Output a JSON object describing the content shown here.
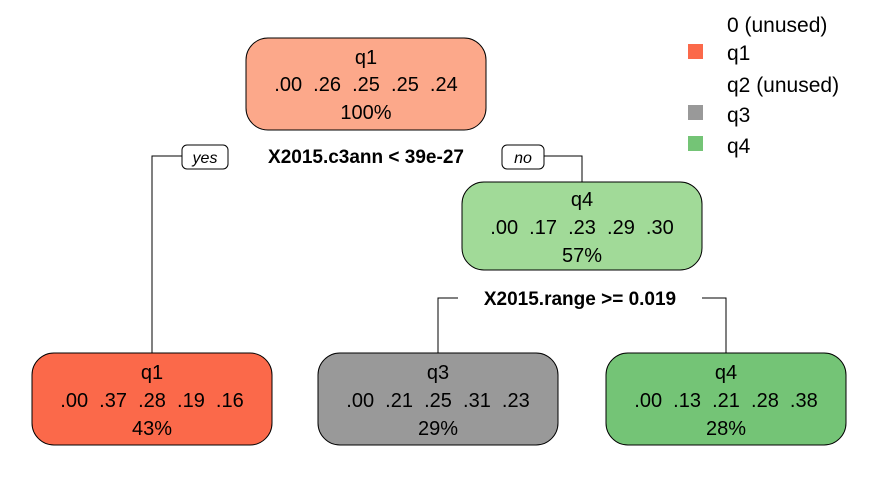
{
  "colors": {
    "q1_root": "#FCA88A",
    "q1_leaf": "#FB694A",
    "q3": "#999999",
    "q4_inner": "#A1DA98",
    "q4_leaf": "#74C476"
  },
  "legend": [
    {
      "label": "0 (unused)",
      "swatch": null
    },
    {
      "label": "q1",
      "swatch": "#FB694A"
    },
    {
      "label": "q2 (unused)",
      "swatch": null
    },
    {
      "label": "q3",
      "swatch": "#999999"
    },
    {
      "label": "q4",
      "swatch": "#74C476"
    }
  ],
  "nodes": {
    "root": {
      "class": "q1",
      "probs": ".00  .26  .25  .25  .24",
      "pct": "100%"
    },
    "right": {
      "class": "q4",
      "probs": ".00  .17  .23  .29  .30",
      "pct": "57%"
    },
    "leaf_q1": {
      "class": "q1",
      "probs": ".00  .37  .28  .19  .16",
      "pct": "43%"
    },
    "leaf_q3": {
      "class": "q3",
      "probs": ".00  .21  .25  .31  .23",
      "pct": "29%"
    },
    "leaf_q4": {
      "class": "q4",
      "probs": ".00  .13  .21  .28  .38",
      "pct": "28%"
    }
  },
  "splits": {
    "root": "X2015.c3ann < 39e-27",
    "right": "X2015.range >= 0.019"
  },
  "branch_labels": {
    "yes": "yes",
    "no": "no"
  }
}
